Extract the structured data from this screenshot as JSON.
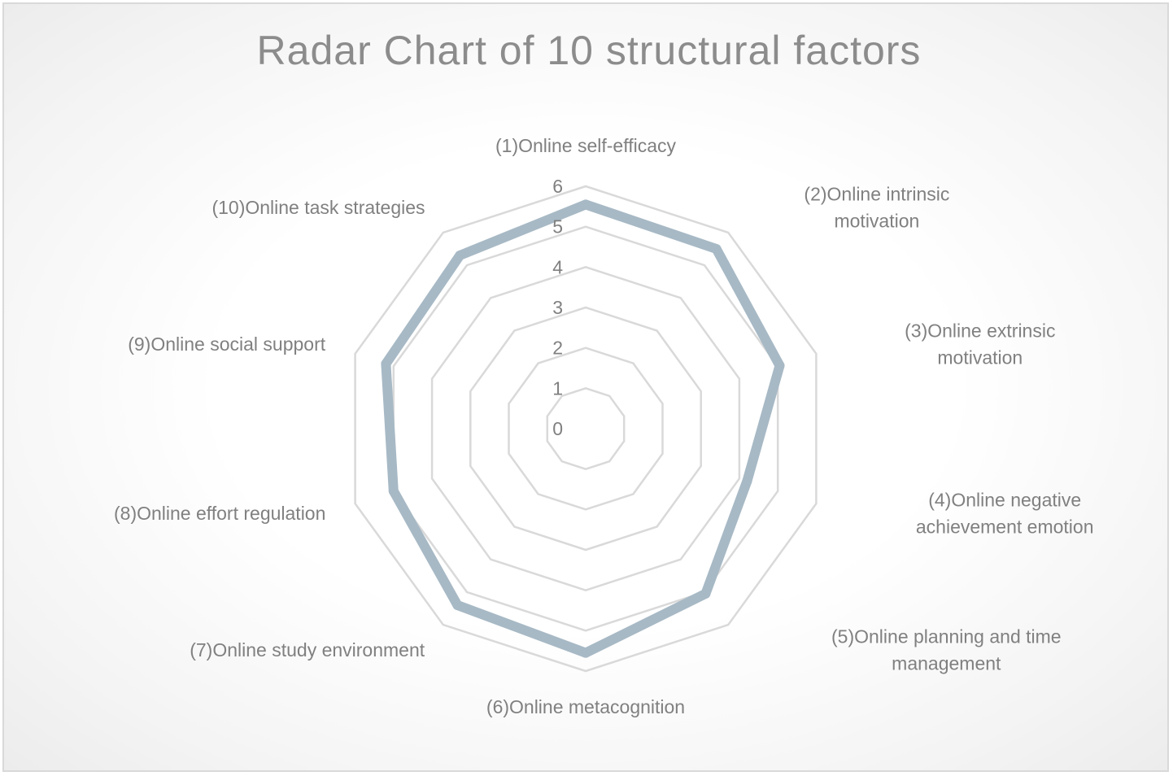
{
  "chart_data": {
    "type": "radar",
    "title": "Radar Chart of 10 structural factors",
    "categories": [
      [
        "(1)Online self-efficacy"
      ],
      [
        "(2)Online intrinsic",
        "motivation"
      ],
      [
        "(3)Online extrinsic",
        "motivation"
      ],
      [
        "(4)Online negative",
        "achievement emotion"
      ],
      [
        "(5)Online planning and time",
        "management"
      ],
      [
        "(6)Online metacognition"
      ],
      [
        "(7)Online study environment"
      ],
      [
        "(8)Online effort regulation"
      ],
      [
        "(9)Online social support"
      ],
      [
        "(10)Online task strategies"
      ]
    ],
    "values": [
      5.55,
      5.5,
      5.05,
      4.2,
      5.05,
      5.55,
      5.4,
      5.0,
      5.2,
      5.3
    ],
    "rlim": [
      0,
      6
    ],
    "ticks": [
      "0",
      "1",
      "2",
      "3",
      "4",
      "5",
      "6"
    ],
    "grid": true,
    "series_color": "#a7b9c5",
    "grid_color": "#d9d9d9"
  }
}
